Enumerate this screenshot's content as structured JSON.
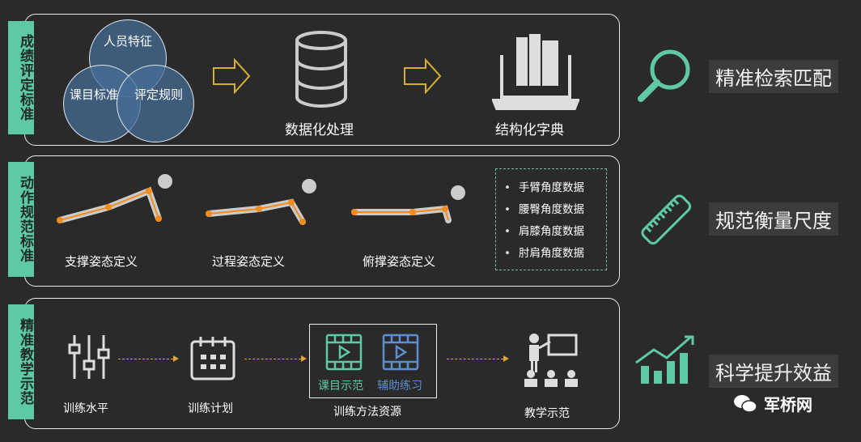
{
  "sections": [
    {
      "label": "成绩评定标准",
      "venn": [
        "人员特征",
        "课目标准",
        "评定规则"
      ],
      "steps": [
        "数据化处理",
        "结构化字典"
      ],
      "result": "精准检索匹配",
      "result_icon": "magnifier-icon"
    },
    {
      "label": "动作规范标准",
      "poses": [
        "支撑姿态定义",
        "过程姿态定义",
        "俯撑姿态定义"
      ],
      "data_items": [
        "手臂角度数据",
        "腰臀角度数据",
        "肩膝角度数据",
        "肘肩角度数据"
      ],
      "result": "规范衡量尺度",
      "result_icon": "ruler-icon"
    },
    {
      "label": "精准教学示范",
      "steps": [
        "训练水平",
        "训练计划",
        "训练方法资源",
        "教学示范"
      ],
      "videos": [
        "课目示范",
        "辅助练习"
      ],
      "result": "科学提升效益",
      "result_icon": "growth-chart-icon"
    }
  ],
  "watermark": "军桥网",
  "colors": {
    "accent": "#5fc9a6",
    "arrow": "#e3a53a",
    "blue": "#5b8fd0"
  }
}
